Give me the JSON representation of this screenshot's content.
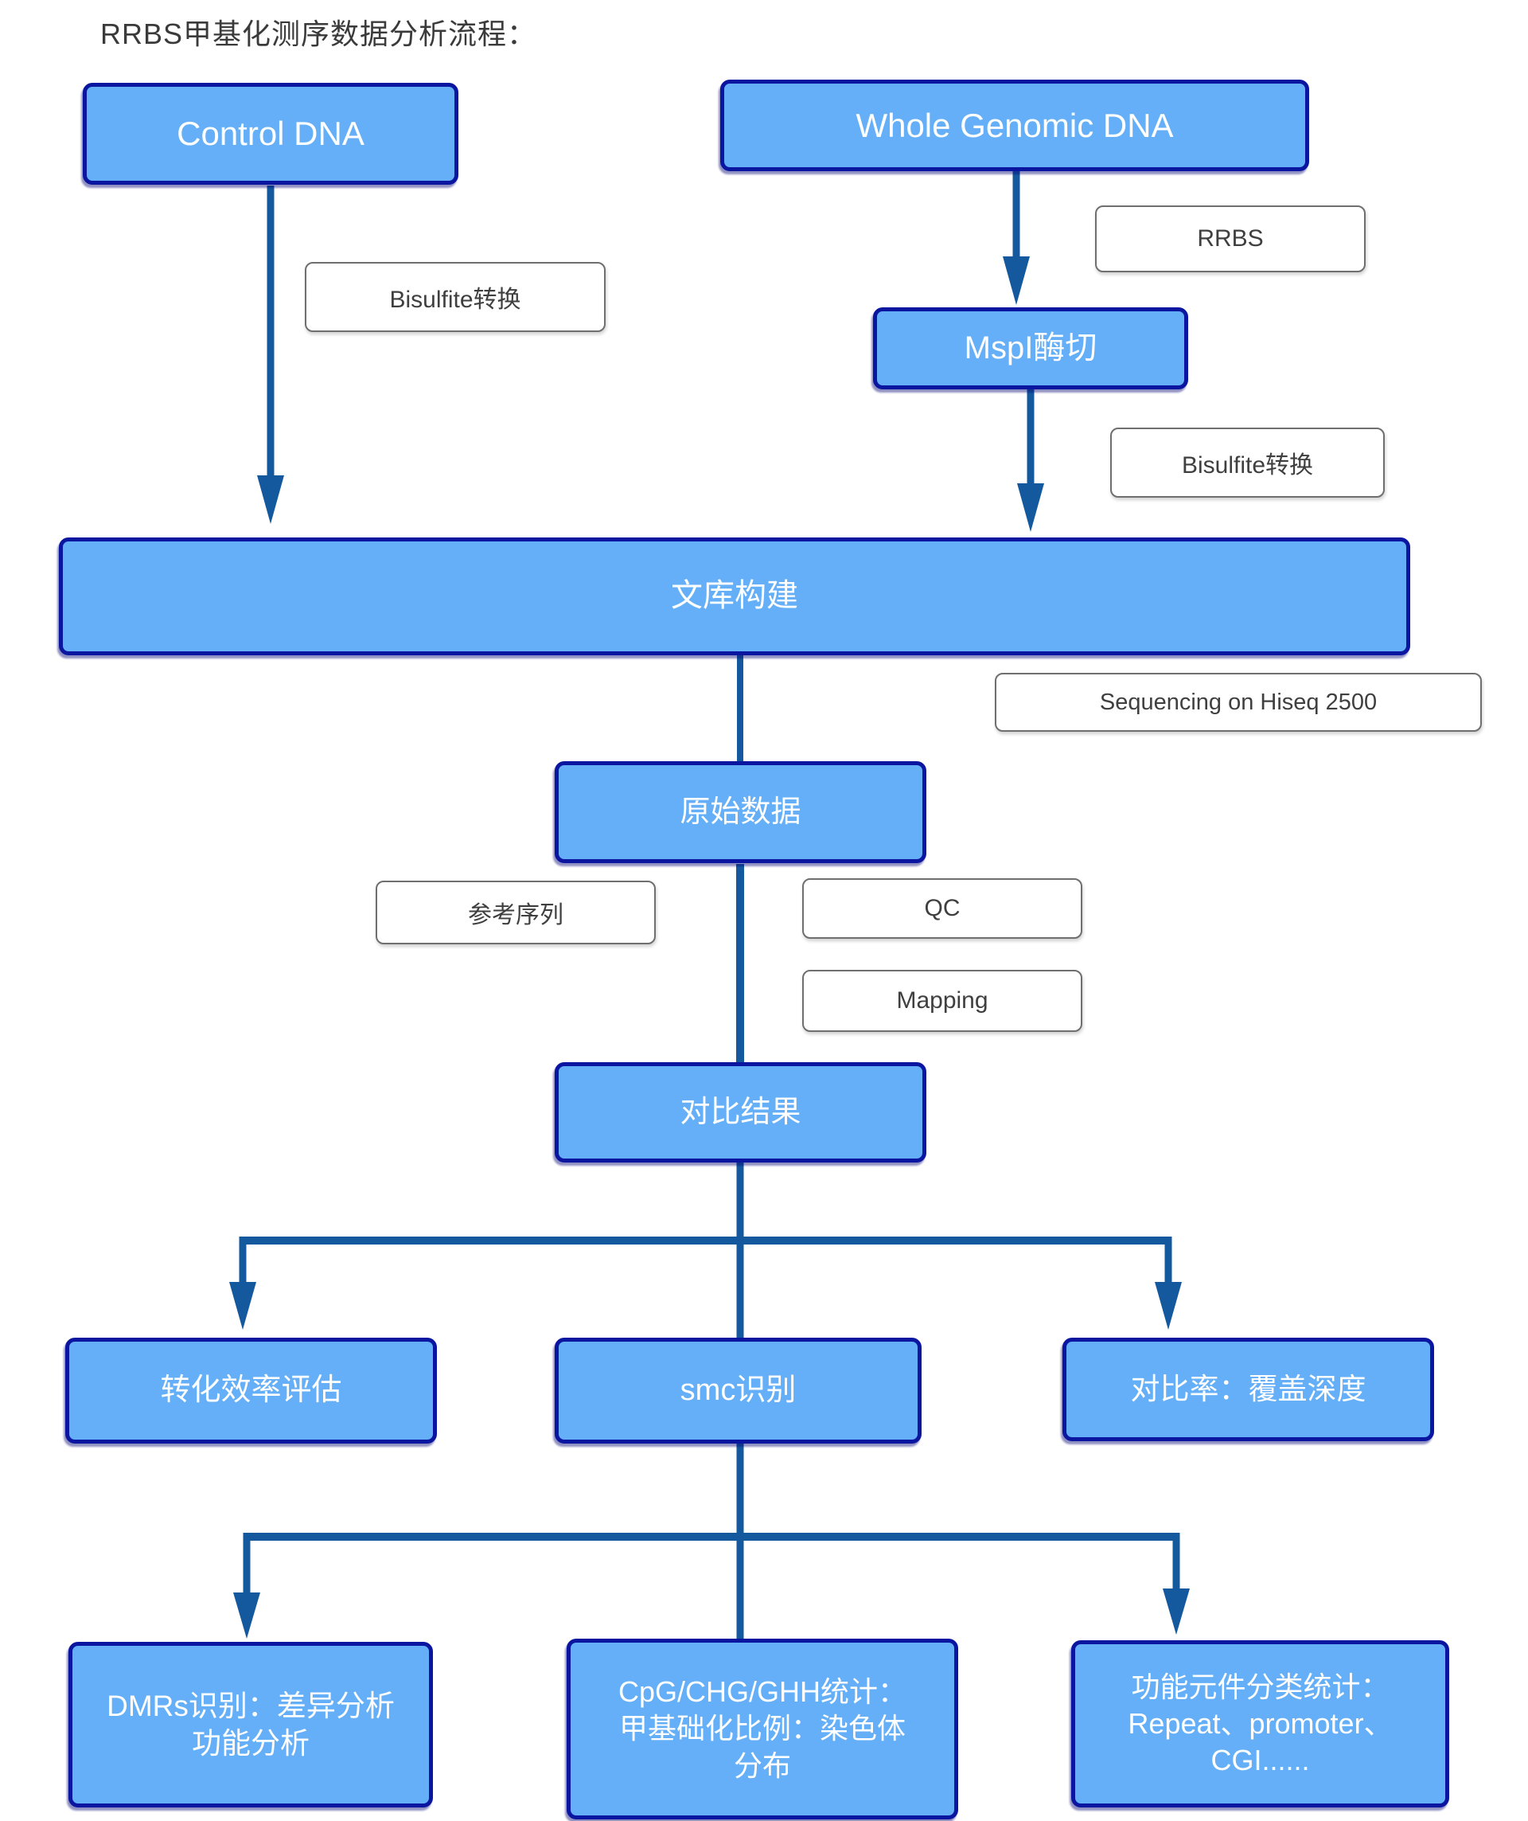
{
  "title": "RRBS甲基化测序数据分析流程：",
  "colors": {
    "box_fill": "#64AFF7",
    "box_border": "#0A16A0",
    "connector": "#14599E",
    "label_border": "#6F6F6F",
    "label_text": "#3F3F3F",
    "title_text": "#3A3A3A",
    "node_text": "#FFFFFF"
  },
  "nodes": {
    "control_dna": {
      "label": "Control DNA"
    },
    "whole_genomic_dna": {
      "label": "Whole Genomic DNA"
    },
    "mspi_digestion": {
      "label": "MspI酶切"
    },
    "library_construction": {
      "label": "文库构建"
    },
    "raw_data": {
      "label": "原始数据"
    },
    "alignment_result": {
      "label": "对比结果"
    },
    "conversion_efficiency": {
      "label": "转化效率评估"
    },
    "smc_identification": {
      "label": "smc识别"
    },
    "mapping_rate_coverage": {
      "label": "对比率：覆盖深度"
    },
    "dmrs": {
      "lines": [
        "DMRs识别：差异分析",
        "功能分析"
      ]
    },
    "cpg_stats": {
      "lines": [
        "CpG/CHG/GHH统计：",
        "甲基础化比例：染色体",
        "分布"
      ]
    },
    "functional_elements": {
      "lines": [
        "功能元件分类统计：",
        "Repeat、promoter、",
        "CGI......"
      ]
    }
  },
  "labels": {
    "bisulfite_left": "Bisulfite转换",
    "rrbs": "RRBS",
    "bisulfite_right": "Bisulfite转换",
    "sequencing": "Sequencing on Hiseq 2500",
    "reference_sequence": "参考序列",
    "qc": "QC",
    "mapping": "Mapping"
  }
}
